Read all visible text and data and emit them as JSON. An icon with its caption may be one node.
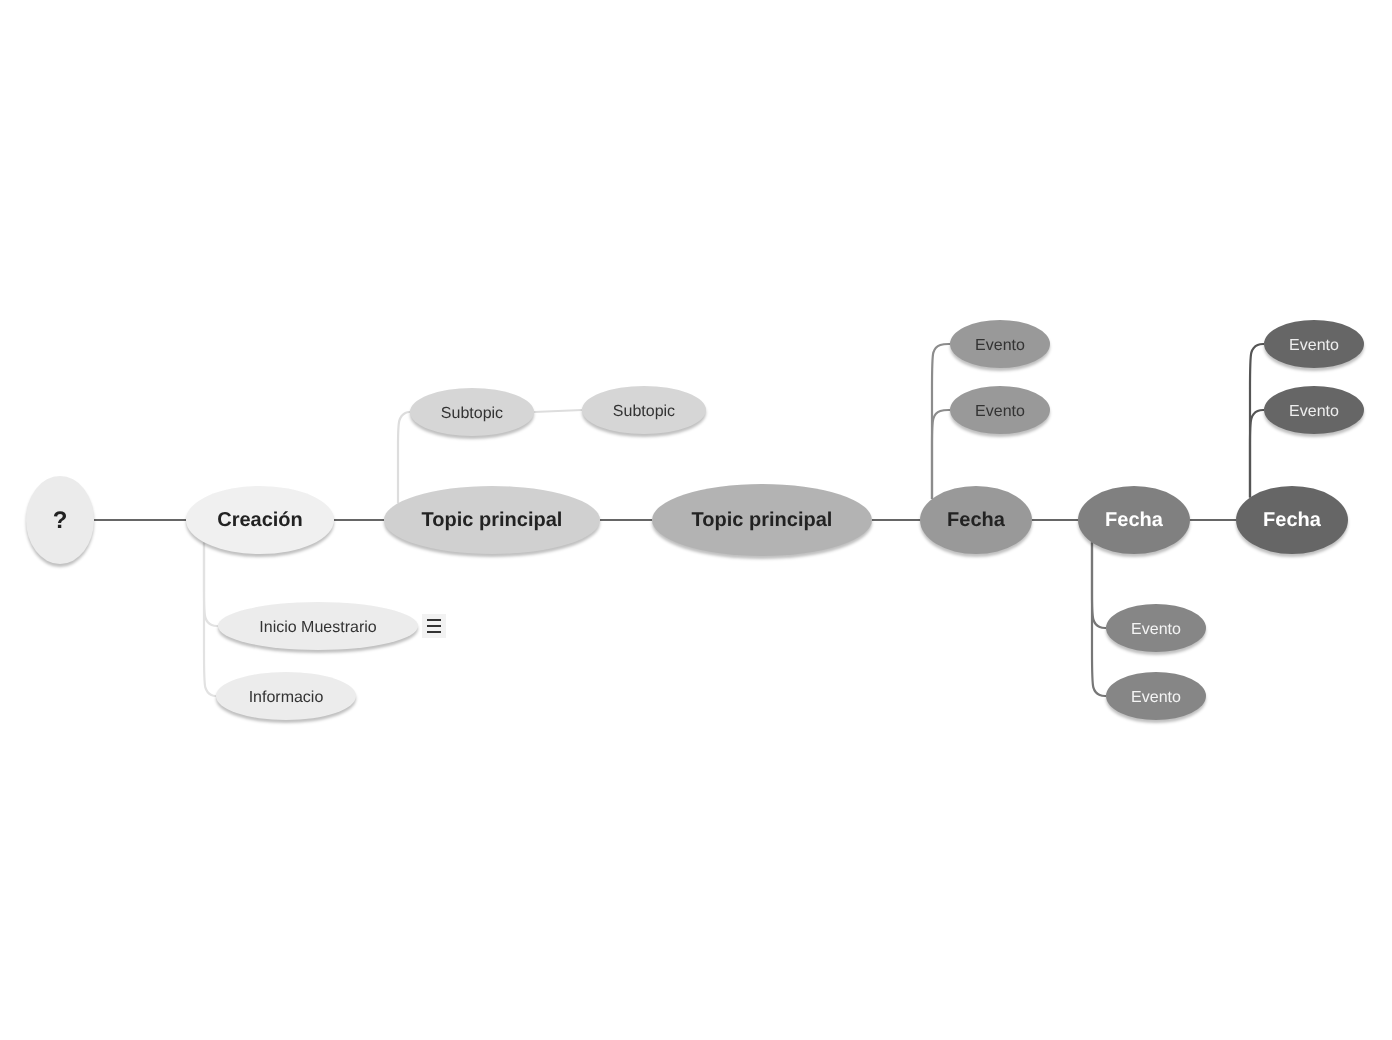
{
  "diagram": {
    "nodes": [
      {
        "text": [
          "?"
        ]
      },
      {
        "text": [
          "Creación"
        ]
      },
      {
        "text": [
          "Topic principal"
        ]
      },
      {
        "text": [
          "Subtopic"
        ]
      },
      {
        "text": [
          "Subtopic"
        ]
      },
      {
        "text": [
          "Inicio Muestrario"
        ]
      },
      {
        "text": [
          "Informacio"
        ]
      },
      {
        "text": [
          "Topic principal"
        ]
      },
      {
        "text": [
          "Fecha"
        ]
      },
      {
        "text": [
          "Evento"
        ]
      },
      {
        "text": [
          "Evento"
        ]
      },
      {
        "text": [
          "Fecha"
        ]
      },
      {
        "text": [
          "Evento"
        ]
      },
      {
        "text": [
          "Evento"
        ]
      },
      {
        "text": [
          "Fecha"
        ]
      },
      {
        "text": [
          "Evento"
        ]
      },
      {
        "text": [
          "Evento"
        ]
      }
    ],
    "edges": [
      {
        "from": 0,
        "to": 1,
        "arrow": "none"
      },
      {
        "from": 1,
        "to": 2,
        "arrow": "none"
      },
      {
        "from": 2,
        "to": 3,
        "arrow": "none",
        "color": "#dddddd"
      },
      {
        "from": 3,
        "to": 4,
        "arrow": "none",
        "color": "#dddddd"
      },
      {
        "from": 1,
        "to": 5,
        "arrow": "none",
        "color": "#e2e2e2"
      },
      {
        "from": 1,
        "to": 6,
        "arrow": "none",
        "color": "#e2e2e2"
      },
      {
        "from": 2,
        "to": 7,
        "arrow": "none"
      },
      {
        "from": 7,
        "to": 8,
        "arrow": "none"
      },
      {
        "from": 8,
        "to": 9,
        "arrow": "none",
        "color": "#8c8c8c"
      },
      {
        "from": 8,
        "to": 10,
        "arrow": "none",
        "color": "#8c8c8c"
      },
      {
        "from": 8,
        "to": 11,
        "arrow": "none"
      },
      {
        "from": 11,
        "to": 12,
        "arrow": "none",
        "color": "#777777"
      },
      {
        "from": 11,
        "to": 13,
        "arrow": "none",
        "color": "#777777"
      },
      {
        "from": 11,
        "to": 14,
        "arrow": "none"
      },
      {
        "from": 14,
        "to": 15,
        "arrow": "none",
        "color": "#555555"
      },
      {
        "from": 14,
        "to": 16,
        "arrow": "none",
        "color": "#555555"
      }
    ]
  }
}
